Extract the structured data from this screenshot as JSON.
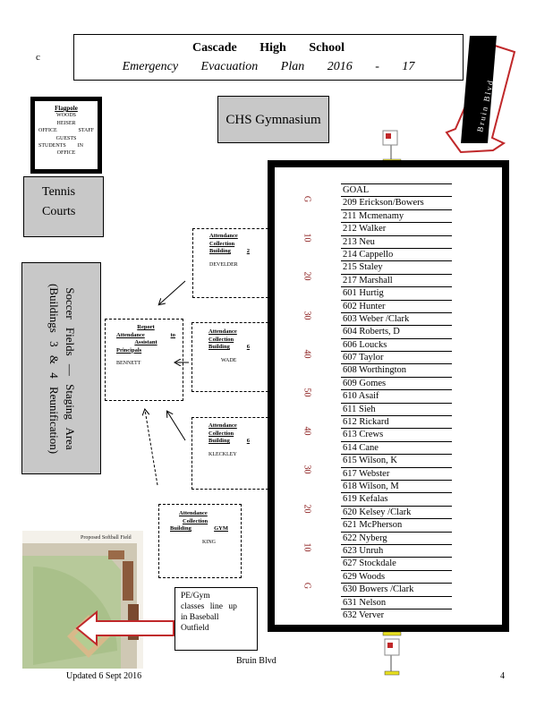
{
  "corner_mark": "c",
  "header": {
    "line1": "Cascade High School",
    "line2": "Emergency Evacuation Plan 2016 - 17"
  },
  "flagpole": {
    "title": "Flagpole",
    "rows": [
      [
        "WOODS"
      ],
      [
        "HEISER"
      ],
      [
        "OFFICE",
        "STAFF"
      ],
      [
        "GUESTS"
      ],
      [
        "STUDENTS",
        "IN"
      ],
      [
        "OFFICE"
      ]
    ]
  },
  "gym_label": "CHS Gymnasium",
  "tennis": {
    "line1": "Tennis",
    "line2": "Courts"
  },
  "soccer": {
    "line1": "Soccer Fields — Staging Area",
    "line2": "(Buildings 3 & 4 Reunification)"
  },
  "collection_boxes": {
    "building2": {
      "line1": "Attendance",
      "line2": "Collection",
      "line3a": "Building",
      "line3b": "2",
      "name": "DEVELDER"
    },
    "building6a": {
      "line1": "Attendance",
      "line2": "Collection",
      "line3a": "Building",
      "line3b": "6",
      "name": "WADE"
    },
    "building6b": {
      "line1": "Attendance",
      "line2": "Collection",
      "line3a": "Building",
      "line3b": "6",
      "name": "KLECKLEY"
    },
    "gym": {
      "line1": "Attendance",
      "line2": "Collection",
      "line3a": "Building",
      "line3b": "GYM",
      "name": "KING"
    }
  },
  "report_box": {
    "line1": "Report",
    "line2a": "Attendance",
    "line2b": "to",
    "line3": "Assistant",
    "line4": "Principals",
    "name": "BENNETT"
  },
  "field": {
    "yard_markers": [
      "G",
      "10",
      "20",
      "30",
      "40",
      "50",
      "40",
      "30",
      "20",
      "10",
      "G"
    ],
    "roster": [
      "GOAL",
      "209 Erickson/Bowers",
      "211 Mcmenamy",
      "212 Walker",
      "213 Neu",
      "214 Cappello",
      "215 Staley",
      "217 Marshall",
      "601 Hurtig",
      "602 Hunter",
      "603 Weber /Clark",
      "604 Roberts, D",
      "606 Loucks",
      "607 Taylor",
      "608 Worthington",
      "609 Gomes",
      "610 Asaif",
      "611 Sieh",
      "612 Rickard",
      "613 Crews",
      "614 Cane",
      "615 Wilson, K",
      "617 Webster",
      "618 Wilson, M",
      "619 Kefalas",
      "620 Kelsey /Clark",
      "621 McPherson",
      "622 Nyberg",
      "623 Unruh",
      "627 Stockdale",
      "629 Woods",
      "630 Bowers /Clark",
      "631 Nelson",
      "632 Verver"
    ]
  },
  "pe_note": {
    "line1": "PE/Gym",
    "line2": "classes line up",
    "line3": "in Baseball",
    "line4": "Outfield"
  },
  "softball_caption": "Proposed Softball Field",
  "north_arrow_label": "Bruin Blvd",
  "street_label": "Bruin Blvd",
  "footer": {
    "updated": "Updated 6 Sept 2016",
    "page": "4"
  },
  "colors": {
    "panel_gray": "#c8c8c8",
    "yard_red": "#8a1a1a",
    "arrow_red": "#c0282a"
  }
}
